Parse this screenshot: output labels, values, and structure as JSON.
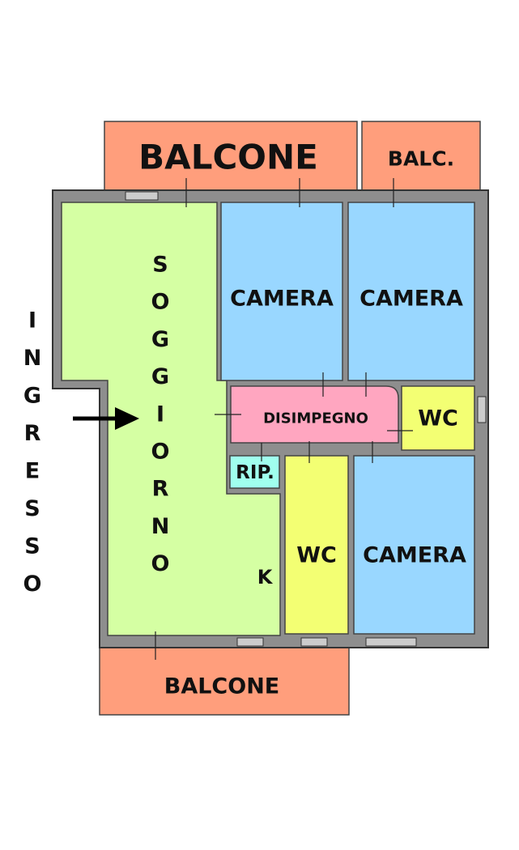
{
  "plan": {
    "entrance_label_letters": [
      "I",
      "N",
      "G",
      "R",
      "E",
      "S",
      "S",
      "O"
    ],
    "living_label_letters": [
      "S",
      "O",
      "G",
      "G",
      "I",
      "O",
      "R",
      "N",
      "O"
    ],
    "rooms": {
      "balcone_top": "BALCONE",
      "balc_small": "BALC.",
      "camera_1": "CAMERA",
      "camera_2": "CAMERA",
      "disimpegno": "DISIMPEGNO",
      "wc_1": "WC",
      "rip": "RIP.",
      "kitchen": "K",
      "wc_2": "WC",
      "camera_3": "CAMERA",
      "balcone_bottom": "BALCONE"
    }
  },
  "colors": {
    "balcony": "#FF9E7C",
    "living": "#D5FFA3",
    "bedroom": "#99D7FF",
    "hall": "#FFA6C0",
    "bathroom": "#F3FF73",
    "storage": "#A0FFEE",
    "wall": "#8E8E8E"
  }
}
